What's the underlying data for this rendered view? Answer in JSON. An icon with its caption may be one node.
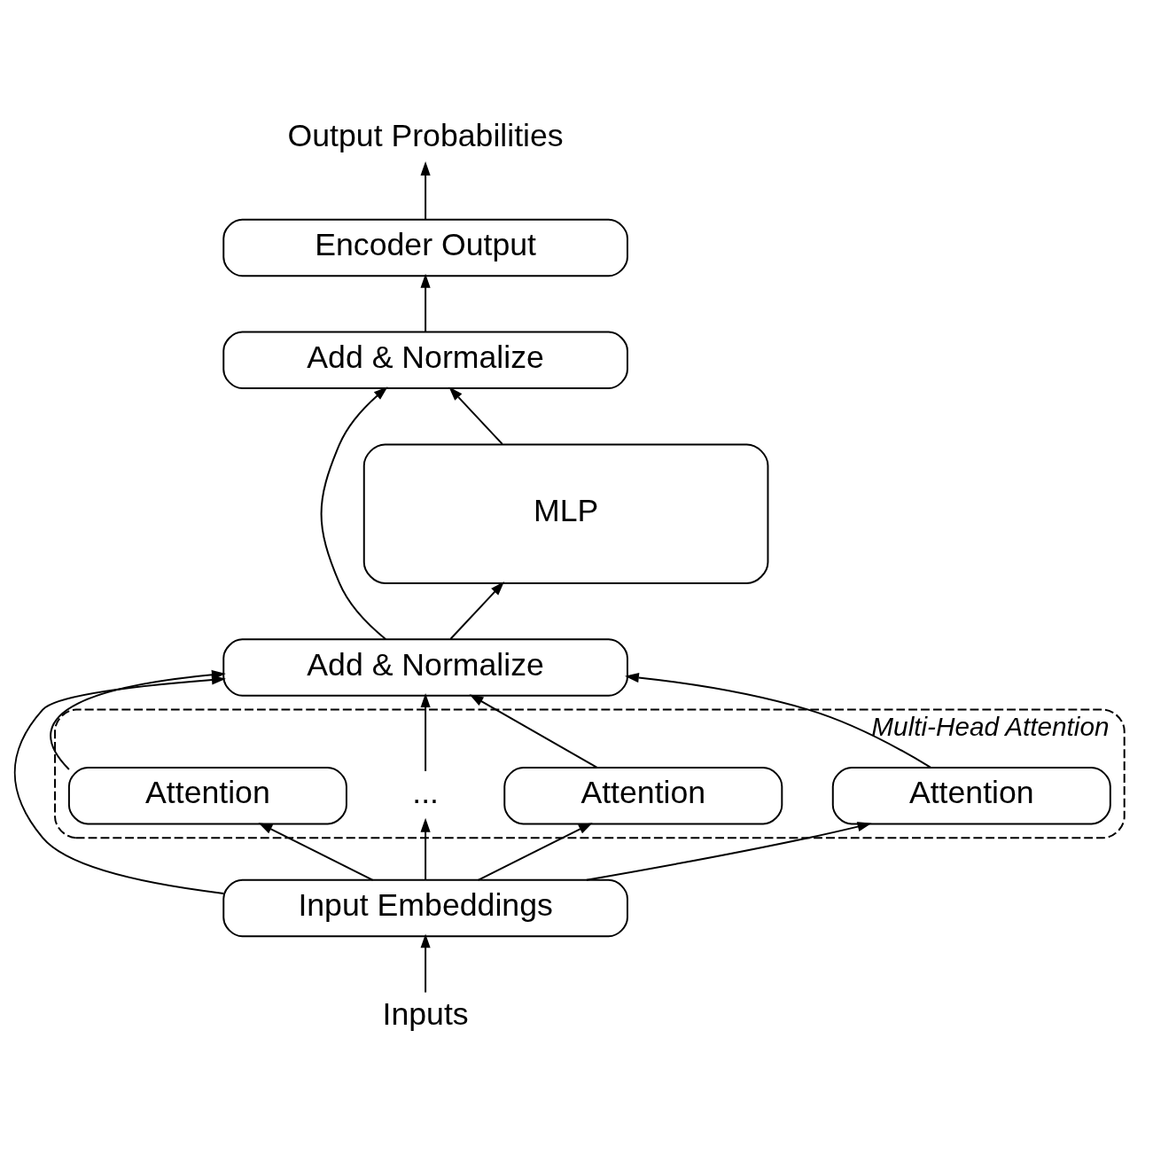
{
  "diagram": {
    "nodes": [
      {
        "text": [
          "Output Probabilities"
        ]
      },
      {
        "text": [
          "Encoder Output"
        ]
      },
      {
        "text": [
          "Add & Normalize"
        ]
      },
      {
        "text": [
          "MLP"
        ]
      },
      {
        "text": [
          "Add & Normalize"
        ]
      },
      {
        "text": [
          "Multi-Head Attention"
        ]
      },
      {
        "text": [
          "Attention"
        ],
        "in": 5
      },
      {
        "text": [
          "Attention"
        ],
        "in": 5
      },
      {
        "text": [
          "..."
        ],
        "in": 5
      },
      {
        "text": [
          "Attention"
        ],
        "in": 5
      },
      {
        "text": [
          "Input Embeddings"
        ]
      },
      {
        "text": [
          "Inputs"
        ]
      }
    ],
    "edges": [
      {
        "from": 11,
        "to": 10,
        "arrow": "to"
      },
      {
        "from": 10,
        "to": 6,
        "arrow": "to"
      },
      {
        "from": 10,
        "to": 7,
        "arrow": "to"
      },
      {
        "from": 10,
        "to": 8,
        "arrow": "to"
      },
      {
        "from": 10,
        "to": 9,
        "arrow": "to"
      },
      {
        "from": 10,
        "to": 4,
        "arrow": "to"
      },
      {
        "from": 6,
        "to": 4,
        "arrow": "to"
      },
      {
        "from": 7,
        "to": 4,
        "arrow": "to"
      },
      {
        "from": 8,
        "to": 4,
        "arrow": "to"
      },
      {
        "from": 9,
        "to": 4,
        "arrow": "to"
      },
      {
        "from": 4,
        "to": 3,
        "arrow": "to"
      },
      {
        "from": 4,
        "to": 2,
        "arrow": "to"
      },
      {
        "from": 3,
        "to": 2,
        "arrow": "to"
      },
      {
        "from": 2,
        "to": 1,
        "arrow": "to"
      },
      {
        "from": 1,
        "to": 0,
        "arrow": "to"
      }
    ]
  }
}
